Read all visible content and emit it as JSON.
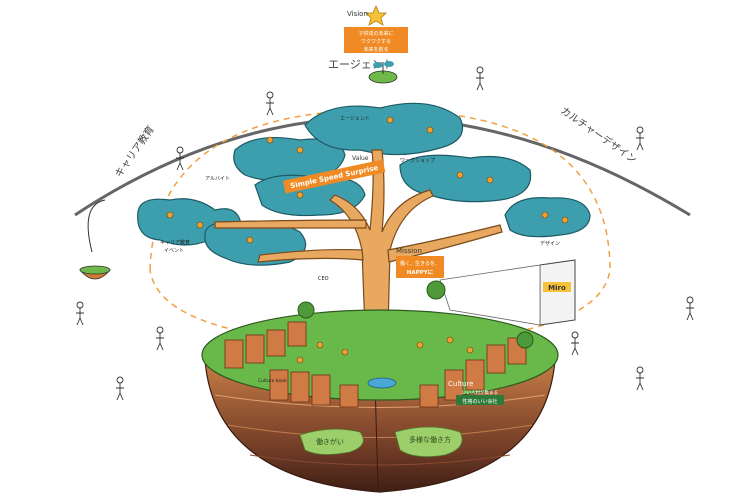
{
  "vision": {
    "label": "Vision",
    "text": [
      "子供達の未来に",
      "ワクワクする",
      "未来を創る"
    ]
  },
  "arc": {
    "top": "エージェント",
    "left": "キャリア教育",
    "right": "カルチャーデザイン"
  },
  "value": {
    "label": "Value",
    "text": "Simple Speed Surprise"
  },
  "mission": {
    "label": "Mission",
    "text": [
      "働く、生きるを、",
      "HAPPYに"
    ]
  },
  "culture": {
    "label": "Culture",
    "text": [
      "いい人材が集まる",
      "性格のいい会社"
    ]
  },
  "soil": {
    "left_title": "働きがい",
    "right_title": "多様な働き方"
  },
  "brand": "Miro",
  "small_notes": [
    "エージェント",
    "アルバイト",
    "キャリア教育",
    "イベント",
    "ワークショップ",
    "デザイン",
    "CEO",
    "Culture book"
  ],
  "colors": {
    "teal": "#3d9fae",
    "orange": "#f08a24",
    "grass": "#69b94a",
    "soil_top": "#b8703c",
    "soil_bottom": "#5a2e1e",
    "trunk": "#e8a860"
  }
}
